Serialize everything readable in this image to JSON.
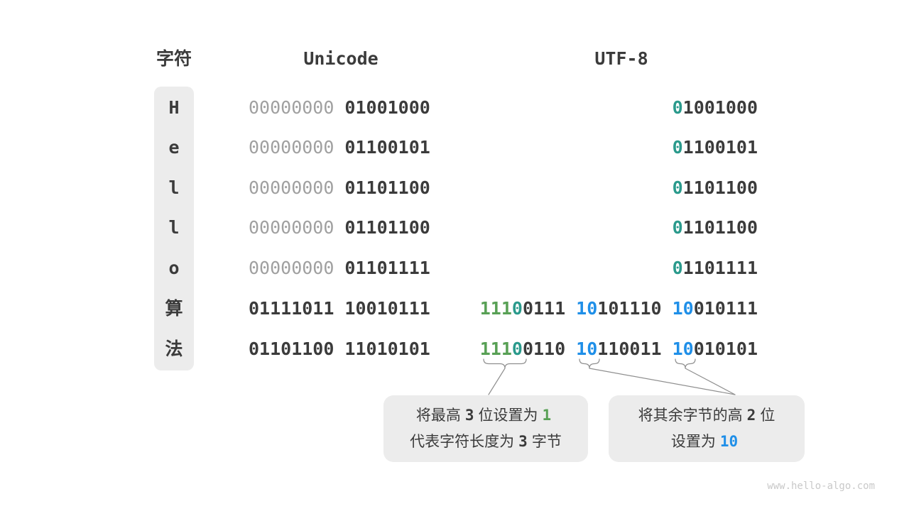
{
  "header": {
    "char": "字符",
    "unicode": "Unicode",
    "utf8": "UTF-8"
  },
  "colors": {
    "text_dark": "#3b3b3b",
    "text_gray": "#a0a0a0",
    "prefix_green": "#58a055",
    "prefix_teal": "#2a9a8c",
    "prefix_blue": "#1f8fe8",
    "panel_bg": "#ececec",
    "watermark": "#c9c9c9"
  },
  "rows": [
    {
      "char": "H",
      "unicode": [
        [
          {
            "t": "00000000",
            "c": "gray"
          }
        ],
        [
          {
            "t": "01001000",
            "c": "dark"
          }
        ]
      ],
      "utf8": [
        [
          {
            "t": "0",
            "c": "teal"
          },
          {
            "t": "1001000",
            "c": "dark"
          }
        ]
      ]
    },
    {
      "char": "e",
      "unicode": [
        [
          {
            "t": "00000000",
            "c": "gray"
          }
        ],
        [
          {
            "t": "01100101",
            "c": "dark"
          }
        ]
      ],
      "utf8": [
        [
          {
            "t": "0",
            "c": "teal"
          },
          {
            "t": "1100101",
            "c": "dark"
          }
        ]
      ]
    },
    {
      "char": "l",
      "unicode": [
        [
          {
            "t": "00000000",
            "c": "gray"
          }
        ],
        [
          {
            "t": "01101100",
            "c": "dark"
          }
        ]
      ],
      "utf8": [
        [
          {
            "t": "0",
            "c": "teal"
          },
          {
            "t": "1101100",
            "c": "dark"
          }
        ]
      ]
    },
    {
      "char": "l",
      "unicode": [
        [
          {
            "t": "00000000",
            "c": "gray"
          }
        ],
        [
          {
            "t": "01101100",
            "c": "dark"
          }
        ]
      ],
      "utf8": [
        [
          {
            "t": "0",
            "c": "teal"
          },
          {
            "t": "1101100",
            "c": "dark"
          }
        ]
      ]
    },
    {
      "char": "o",
      "unicode": [
        [
          {
            "t": "00000000",
            "c": "gray"
          }
        ],
        [
          {
            "t": "01101111",
            "c": "dark"
          }
        ]
      ],
      "utf8": [
        [
          {
            "t": "0",
            "c": "teal"
          },
          {
            "t": "1101111",
            "c": "dark"
          }
        ]
      ]
    },
    {
      "char": "算",
      "unicode": [
        [
          {
            "t": "01111011",
            "c": "dark"
          }
        ],
        [
          {
            "t": "10010111",
            "c": "dark"
          }
        ]
      ],
      "utf8": [
        [
          {
            "t": "111",
            "c": "green"
          },
          {
            "t": "0",
            "c": "teal"
          },
          {
            "t": "0111",
            "c": "dark"
          }
        ],
        [
          {
            "t": "10",
            "c": "blue"
          },
          {
            "t": "101110",
            "c": "dark"
          }
        ],
        [
          {
            "t": "10",
            "c": "blue"
          },
          {
            "t": "010111",
            "c": "dark"
          }
        ]
      ]
    },
    {
      "char": "法",
      "unicode": [
        [
          {
            "t": "01101100",
            "c": "dark"
          }
        ],
        [
          {
            "t": "11010101",
            "c": "dark"
          }
        ]
      ],
      "utf8": [
        [
          {
            "t": "111",
            "c": "green"
          },
          {
            "t": "0",
            "c": "teal"
          },
          {
            "t": "0110",
            "c": "dark"
          }
        ],
        [
          {
            "t": "10",
            "c": "blue"
          },
          {
            "t": "110011",
            "c": "dark"
          }
        ],
        [
          {
            "t": "10",
            "c": "blue"
          },
          {
            "t": "010101",
            "c": "dark"
          }
        ]
      ]
    }
  ],
  "callouts": {
    "left": {
      "lines": [
        [
          {
            "t": "将最高",
            "c": "text"
          },
          {
            "t": "3",
            "c": "num"
          },
          {
            "t": "位设置为",
            "c": "text"
          },
          {
            "t": "1",
            "c": "num-green"
          }
        ],
        [
          {
            "t": "代表字符长度为",
            "c": "text"
          },
          {
            "t": "3",
            "c": "num"
          },
          {
            "t": "字节",
            "c": "text"
          }
        ]
      ]
    },
    "right": {
      "lines": [
        [
          {
            "t": "将其余字节的高",
            "c": "text"
          },
          {
            "t": "2",
            "c": "num"
          },
          {
            "t": "位",
            "c": "text"
          }
        ],
        [
          {
            "t": "设置为",
            "c": "text"
          },
          {
            "t": "10",
            "c": "num-blue"
          }
        ]
      ]
    }
  },
  "page": {
    "watermark": "www.hello-algo.com"
  }
}
